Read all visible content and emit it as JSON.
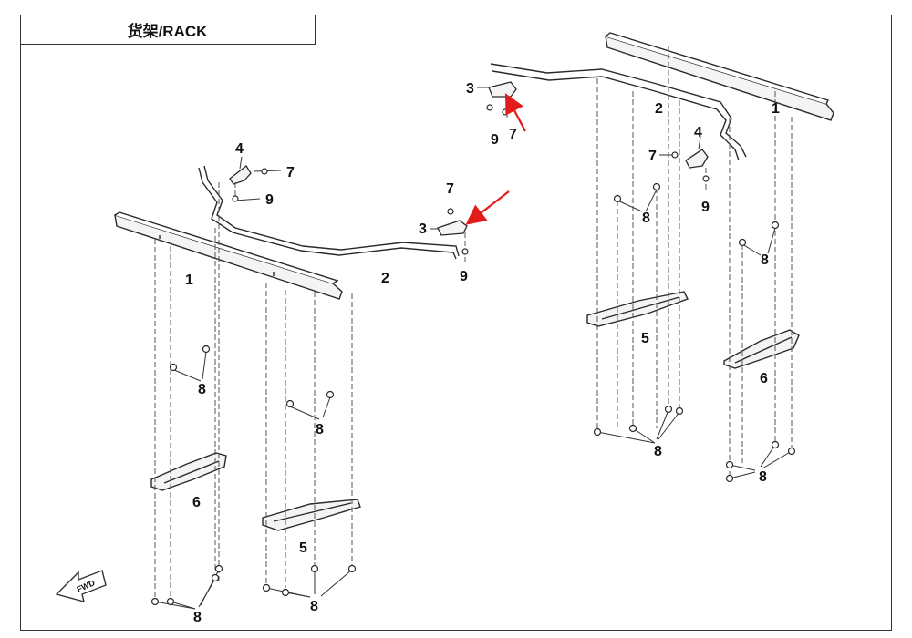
{
  "title": "货架/RACK",
  "fwd_badge": "FWD",
  "labels": {
    "part1": "1",
    "part2": "2",
    "part3": "3",
    "part4": "4",
    "part5": "5",
    "part6": "6",
    "part7": "7",
    "part8": "8",
    "part9": "9"
  },
  "colors": {
    "arrow": "#e21b1b",
    "line": "#2a2a2a",
    "part_fill": "#f4f4f4"
  }
}
